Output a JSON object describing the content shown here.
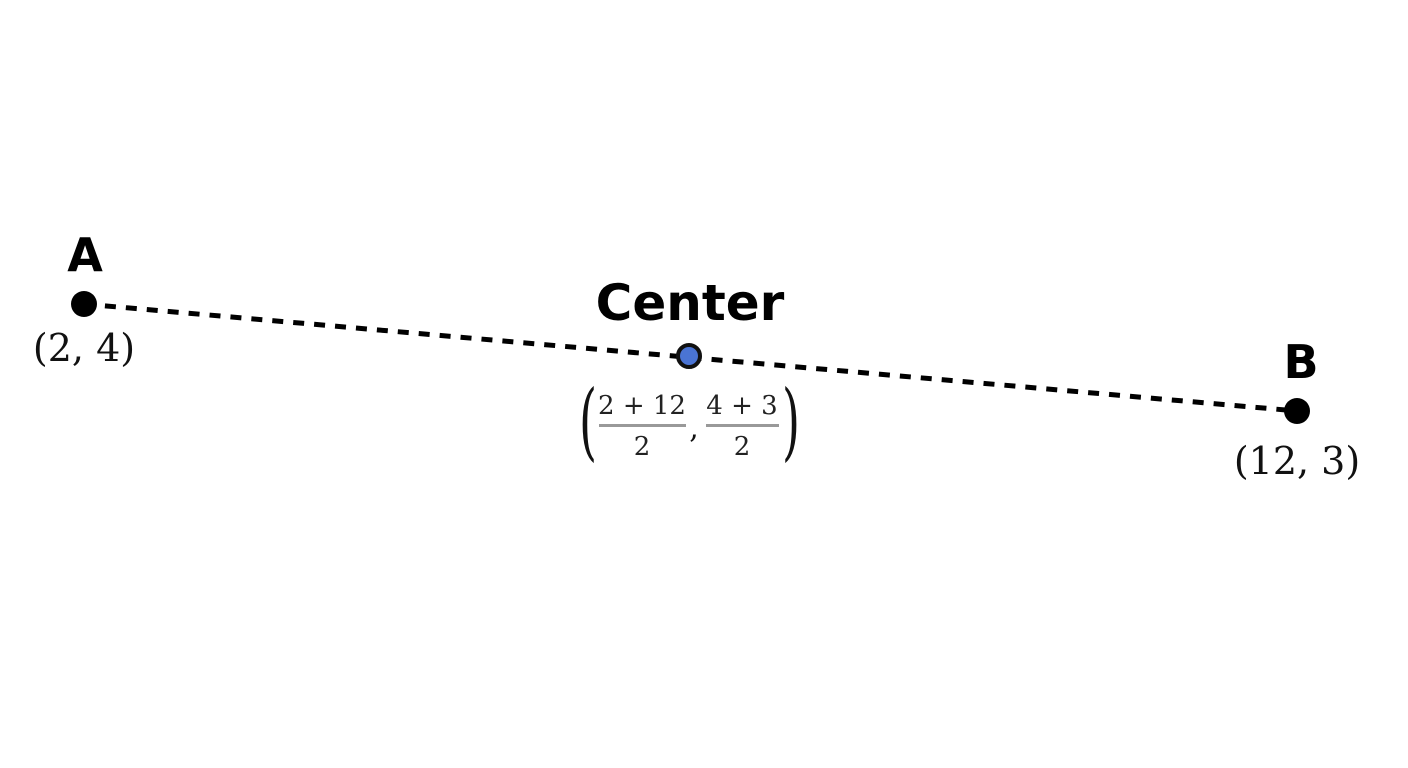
{
  "colors": {
    "background": "#ffffff",
    "segment": "#000000",
    "endpoint_fill": "#000000",
    "midpoint_fill": "#4a74d4",
    "midpoint_stroke": "#111111",
    "fraction_bar": "#999999"
  },
  "points": {
    "a": {
      "label": "A",
      "coords": "(2, 4)"
    },
    "b": {
      "label": "B",
      "coords": "(12, 3)"
    },
    "center": {
      "label": "Center",
      "open_paren": "(",
      "close_paren": ")",
      "comma": ",",
      "x_numerator": "2 + 12",
      "x_denominator": "2",
      "y_numerator": "4 + 3",
      "y_denominator": "2"
    }
  },
  "segment": {
    "style": "dashed"
  }
}
